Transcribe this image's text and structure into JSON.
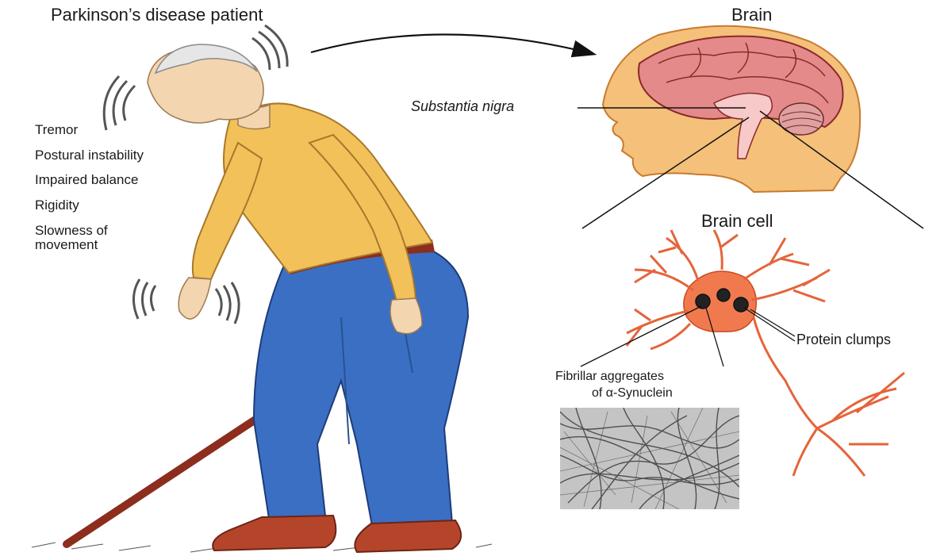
{
  "titles": {
    "patient": "Parkinson’s disease patient",
    "brain": "Brain",
    "brain_cell": "Brain cell"
  },
  "symptoms": [
    "Tremor",
    "Postural instability",
    "Impaired balance",
    "Rigidity",
    "Slowness of",
    "movement"
  ],
  "labels": {
    "substantia_nigra": "Substantia nigra",
    "protein_clumps": "Protein clumps",
    "fibrillar_line1": "Fibrillar aggregates",
    "fibrillar_line2": "of α-Synuclein"
  },
  "colors": {
    "shirt": "#f2c15a",
    "pants": "#3a6fc4",
    "cane": "#8c2d1e",
    "shoes": "#b5452a",
    "skin": "#f3d6b0",
    "brain_head": "#f4c07a",
    "brain_tissue": "#e58a8a",
    "neuron": "#f07a4e",
    "micrograph": "#bdbdbd"
  }
}
